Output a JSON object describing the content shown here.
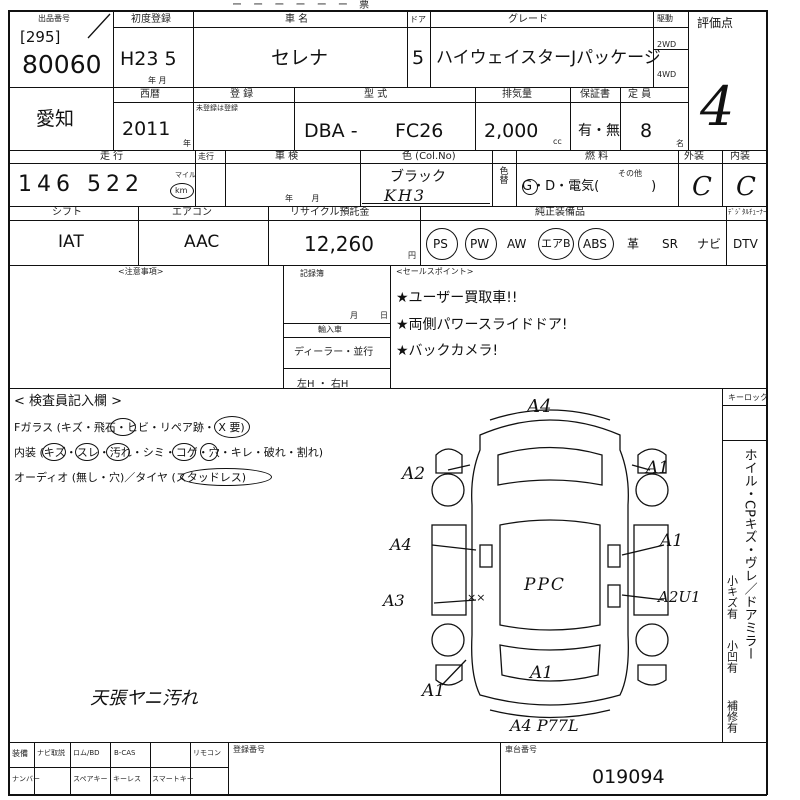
{
  "header": {
    "top_partial": "ー ー ー ー ー ー 票",
    "label_lot": "出品番号",
    "lot_prefix": "[295]",
    "lot_number": "80060",
    "label_first_reg": "初度登録",
    "first_reg": "H23 5",
    "label_year_month": "年 月",
    "label_car_name": "車 名",
    "car_name": "セレナ",
    "label_door": "ドア",
    "door": "5",
    "label_grade": "グレード",
    "grade": "ハイウェイスターJパッケージ",
    "label_drive": "駆動",
    "drive_2wd": "2WD",
    "drive_4wd": "4WD",
    "label_score": "評価点",
    "score": "4"
  },
  "row2": {
    "region": "愛知",
    "label_year": "西暦",
    "year": "2011",
    "label_year_unit": "年",
    "label_registration": "登 録",
    "registration_note": "未登録は登録",
    "label_model": "型 式",
    "model_prefix": "DBA -",
    "model_code": "FC26",
    "label_displacement": "排気量",
    "displacement": "2,000",
    "label_cc": "cc",
    "label_warranty": "保証書",
    "warranty": "有・無",
    "label_capacity": "定 員",
    "capacity": "8",
    "label_capacity_unit": "名"
  },
  "row3": {
    "label_mileage": "走 行",
    "mileage": "146 522",
    "mileage_unit_mile": "マイル",
    "mileage_unit_km": "km",
    "label_mileage_check": "走行",
    "label_inspection": "車 検",
    "label_inspection_ym": "年　　 月",
    "label_color": "色 (Col.No)",
    "color_name": "ブラック",
    "color_code": "KH3",
    "label_color_change": "色替",
    "label_fuel": "燃 料",
    "fuel_options": "G・D・電気(　　　　)",
    "label_fuel_other": "その他",
    "label_exterior": "外装",
    "exterior": "C",
    "label_interior": "内装",
    "interior": "C"
  },
  "row4": {
    "label_shift": "シフト",
    "shift": "IAT",
    "label_aircon": "エアコン",
    "aircon": "AAC",
    "label_recycle": "リサイクル預託金",
    "recycle": "12,260",
    "label_yen": "円",
    "label_equipment": "純正装備品",
    "equipment": [
      "PS",
      "PW",
      "AW",
      "エアB",
      "ABS",
      "革",
      "SR",
      "ナビ",
      "DTV"
    ],
    "label_digital_tuner": "ﾃﾞｼﾞﾀﾙﾁｭｰﾅｰ"
  },
  "notes": {
    "label_caution": "<注意事項>",
    "label_record": "記録簿",
    "record_month": "月",
    "record_day": "日",
    "label_import": "輸入車",
    "import_type": "ディーラー・並行",
    "steering": "左H ・ 右H",
    "label_sales_points": "<セールスポイント>",
    "sales_points": [
      "★ユーザー買取車!!",
      "★両側パワースライドドア!",
      "★バックカメラ!"
    ]
  },
  "inspector": {
    "label_section": "< 検査員記入欄 >",
    "glass_line": "Fガラス (キズ・飛石・ヒビ・リペア跡・ X 要)",
    "interior_line": "内装 (キズ・スレ・汚れ・シミ・コゲ・穴・キレ・破れ・割れ)",
    "audio_line": "オーディオ (無し・穴)／タイヤ (スタッドレス)",
    "handwritten_note": "天張ヤニ汚れ",
    "label_keylock": "キーロック"
  },
  "diagram": {
    "front_label": "A4",
    "fl_label": "A2",
    "fr_label": "A1",
    "left_front_door": "A4",
    "right_front_door": "A1",
    "left_rear_door": "A3",
    "right_rear_door": "A2U1",
    "roof_label": "PPC",
    "rear_label": "A1",
    "rl_label": "A1",
    "rear_bottom_label": "A4 P77L",
    "xx_mark": "××"
  },
  "side_column": {
    "vertical_text": "ホイル・CPキズ・ヴレ／ドアミラー",
    "small_scratch_1": "小キズ有",
    "small_scratch_2": "小凹有",
    "repair": "補修有"
  },
  "footer": {
    "row1": [
      "装備",
      "ナビ取説",
      "ロム/BD",
      "B-CAS",
      "リモコン"
    ],
    "row2": [
      "ナンバー",
      "スペアキー",
      "キーレス",
      "スマートキー"
    ],
    "label_reg_number": "登録番号",
    "label_vehicle_number": "車台番号",
    "vehicle_number": "019094"
  }
}
